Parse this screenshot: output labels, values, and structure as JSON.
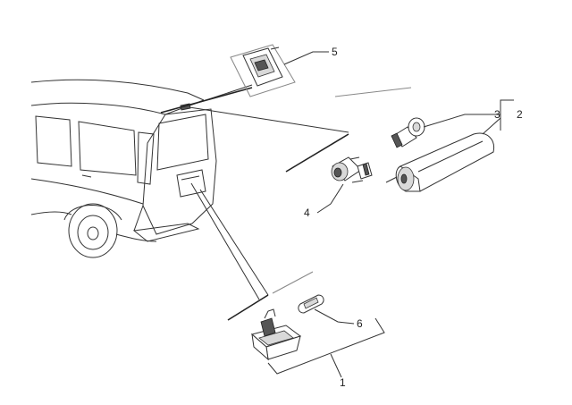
{
  "callouts": [
    {
      "id": "label-1",
      "text": "1"
    },
    {
      "id": "label-2",
      "text": "2"
    },
    {
      "id": "label-3",
      "text": "3"
    },
    {
      "id": "label-4",
      "text": "4"
    },
    {
      "id": "label-5",
      "text": "5"
    },
    {
      "id": "label-6",
      "text": "6"
    }
  ],
  "colors": {
    "line": "#333333",
    "background": "#ffffff",
    "shade": "#d9d9d9"
  }
}
